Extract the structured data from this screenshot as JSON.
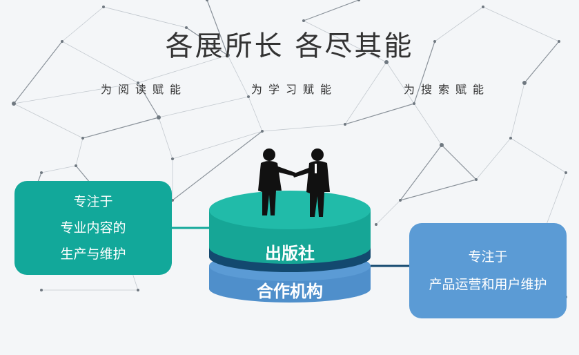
{
  "title": "各展所长  各尽其能",
  "subtitles": [
    "为阅读赋能",
    "为学习赋能",
    "为搜索赋能"
  ],
  "left_box": {
    "lines": [
      "专注于",
      "专业内容的",
      "生产与维护"
    ],
    "color": "#12a89a"
  },
  "right_box": {
    "lines": [
      "专注于",
      "产品运营和用户维护"
    ],
    "color": "#5b9bd5"
  },
  "cylinder": {
    "top_label": "出版社",
    "bottom_label": "合作机构",
    "top_color": "#1fb7a6",
    "band_color": "#13496f",
    "bottom_color": "#5b9bd5"
  },
  "icons": [
    "handshake-businessmen-icon"
  ]
}
